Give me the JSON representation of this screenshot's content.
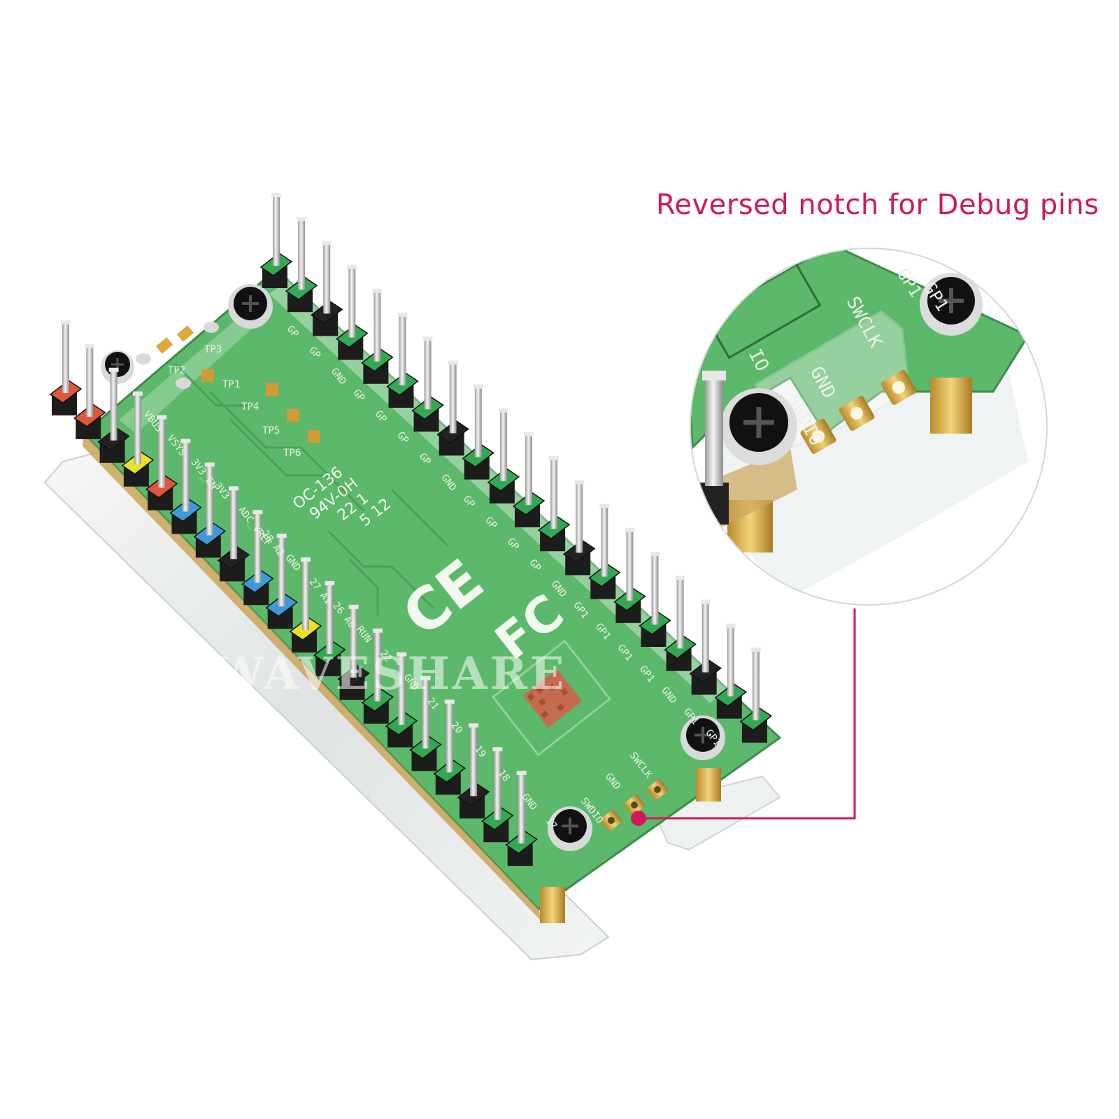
{
  "callout": {
    "title": "Reversed notch for Debug pins",
    "color": "#d0195a"
  },
  "board": {
    "pcb_color": "#5cb86a",
    "test_points": [
      "TP1",
      "TP2",
      "TP3",
      "TP4",
      "TP5",
      "TP6"
    ],
    "cert_lines": [
      "OC-136",
      "94V-0H",
      "22 1",
      "5 12"
    ],
    "marks": [
      "CE",
      "FC"
    ],
    "debug_labels": [
      "SWCLK",
      "GND",
      "SWDIO"
    ],
    "left_pin_labels": [
      "VBUS",
      "VSYS",
      "3V3_EN",
      "3V3",
      "ADC_VREF",
      "28 A2",
      "GND",
      "27 A1",
      "26 A0",
      "RUN",
      "22",
      "GND",
      "21",
      "20",
      "19",
      "18",
      "GND",
      "17"
    ],
    "right_pin_labels": [
      "GP",
      "GP",
      "GND",
      "GP",
      "GP",
      "GP",
      "GP",
      "GND",
      "GP",
      "GP",
      "GP",
      "GP",
      "GND",
      "GP1",
      "GP1",
      "GP1",
      "GP1",
      "GND",
      "GP1",
      "GP1"
    ],
    "header_colors": {
      "left": [
        "#e0553b",
        "#e0553b",
        "#222222",
        "#e9e22a",
        "#e0553b",
        "#3d9ad8",
        "#3d9ad8",
        "#222222",
        "#3d9ad8",
        "#3d9ad8",
        "#e9e22a",
        "#33a852",
        "#222222",
        "#33a852",
        "#33a852",
        "#33a852",
        "#33a852",
        "#222222",
        "#33a852",
        "#33a852"
      ],
      "right": [
        "#33a852",
        "#33a852",
        "#222222",
        "#33a852",
        "#33a852",
        "#33a852",
        "#33a852",
        "#222222",
        "#33a852",
        "#33a852",
        "#33a852",
        "#33a852",
        "#222222",
        "#33a852",
        "#33a852",
        "#33a852",
        "#33a852",
        "#222222",
        "#33a852",
        "#33a852"
      ]
    }
  },
  "zoom_labels": [
    "GP1",
    "GP1",
    "SWCLK",
    "GND",
    "SWDIO",
    "IO"
  ],
  "watermark": "WAVESHARE"
}
